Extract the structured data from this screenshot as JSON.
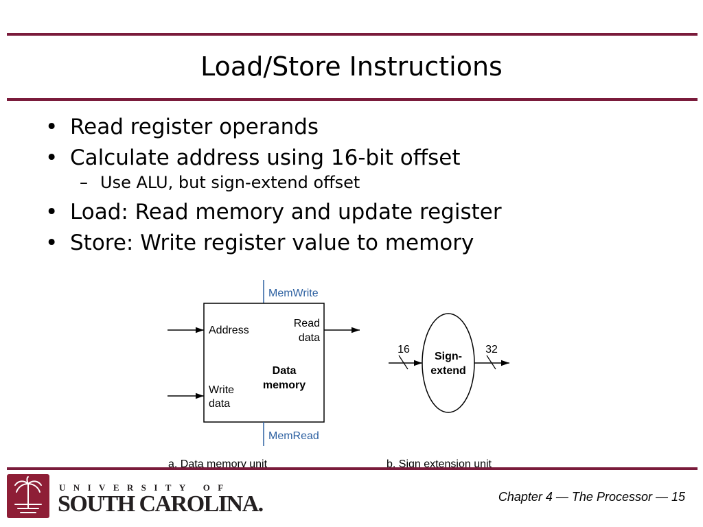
{
  "slide": {
    "title": "Load/Store Instructions",
    "bullets": [
      "Read register operands",
      "Calculate address using 16-bit offset",
      "Use ALU, but sign-extend offset",
      "Load: Read memory and update register",
      "Store: Write register value to memory"
    ]
  },
  "diagram": {
    "memory": {
      "control_top": "MemWrite",
      "control_bottom": "MemRead",
      "input_address": "Address",
      "input_write_1": "Write",
      "input_write_2": "data",
      "output_read_1": "Read",
      "output_read_2": "data",
      "name_1": "Data",
      "name_2": "memory",
      "caption": "a. Data memory unit"
    },
    "sign_extend": {
      "input_width": "16",
      "output_width": "32",
      "name_1": "Sign-",
      "name_2": "extend",
      "caption": "b. Sign extension unit"
    },
    "colors": {
      "control": "#2b5fa0",
      "accent": "#7a1b3b"
    }
  },
  "footer": {
    "chapter": "Chapter 4 — The Processor — 15",
    "logo_top": "UNIVERSITY OF",
    "logo_bottom": "SOUTH CAROLINA."
  }
}
